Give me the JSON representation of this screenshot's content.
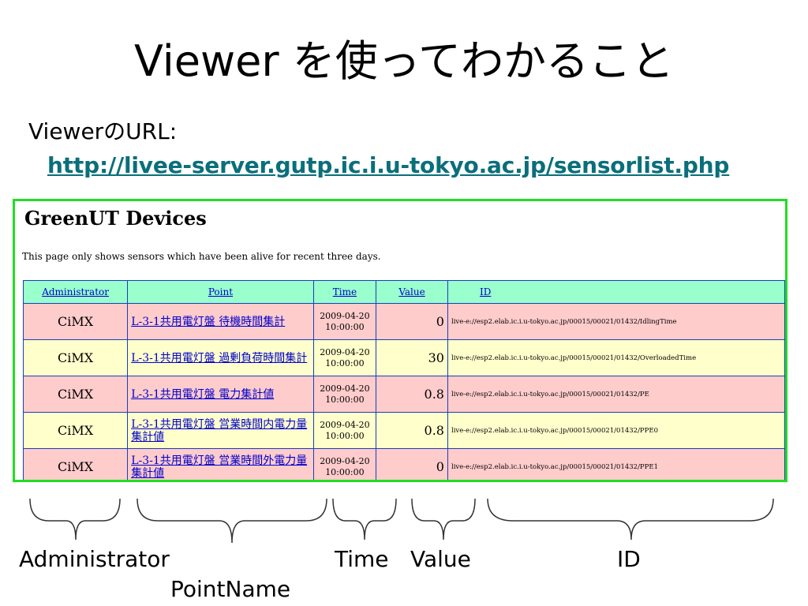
{
  "slide": {
    "title": "Viewer を使ってわかること",
    "url_label": "ViewerのURL:",
    "url": "http://livee-server.gutp.ic.i.u-tokyo.ac.jp/sensorlist.php"
  },
  "page": {
    "heading": "GreenUT Devices",
    "note": "This page only shows sensors which have been alive for recent three days.",
    "columns": [
      "Administrator",
      "Point",
      "Time",
      "Value",
      "ID"
    ],
    "rows": [
      {
        "administrator": "CiMX",
        "point": "L-3-1共用電灯盤 待機時間集計",
        "date": "2009-04-20",
        "clock": "10:00:00",
        "value": "0",
        "id": "live-e://esp2.elab.ic.i.u-tokyo.ac.jp/00015/00021/01432/IdlingTime"
      },
      {
        "administrator": "CiMX",
        "point": "L-3-1共用電灯盤 過剰負荷時間集計",
        "date": "2009-04-20",
        "clock": "10:00:00",
        "value": "30",
        "id": "live-e://esp2.elab.ic.i.u-tokyo.ac.jp/00015/00021/01432/OverloadedTime"
      },
      {
        "administrator": "CiMX",
        "point": "L-3-1共用電灯盤 電力集計値",
        "date": "2009-04-20",
        "clock": "10:00:00",
        "value": "0.8",
        "id": "live-e://esp2.elab.ic.i.u-tokyo.ac.jp/00015/00021/01432/PE"
      },
      {
        "administrator": "CiMX",
        "point": "L-3-1共用電灯盤 営業時間内電力量集計値",
        "date": "2009-04-20",
        "clock": "10:00:00",
        "value": "0.8",
        "id": "live-e://esp2.elab.ic.i.u-tokyo.ac.jp/00015/00021/01432/PPE0"
      },
      {
        "administrator": "CiMX",
        "point": "L-3-1共用電灯盤 営業時間外電力量集計値",
        "date": "2009-04-20",
        "clock": "10:00:00",
        "value": "0",
        "id": "live-e://esp2.elab.ic.i.u-tokyo.ac.jp/00015/00021/01432/PPE1"
      }
    ]
  },
  "annotations": {
    "administrator": "Administrator",
    "point_name": "PointName",
    "time": "Time",
    "value": "Value",
    "id": "ID"
  },
  "colors": {
    "frame_border": "#22dd22",
    "header_bg": "#99ffcc",
    "row_odd_bg": "#ffcccc",
    "row_even_bg": "#ffffcc",
    "link": "#0000cc",
    "url_link": "#0a6f7a"
  }
}
